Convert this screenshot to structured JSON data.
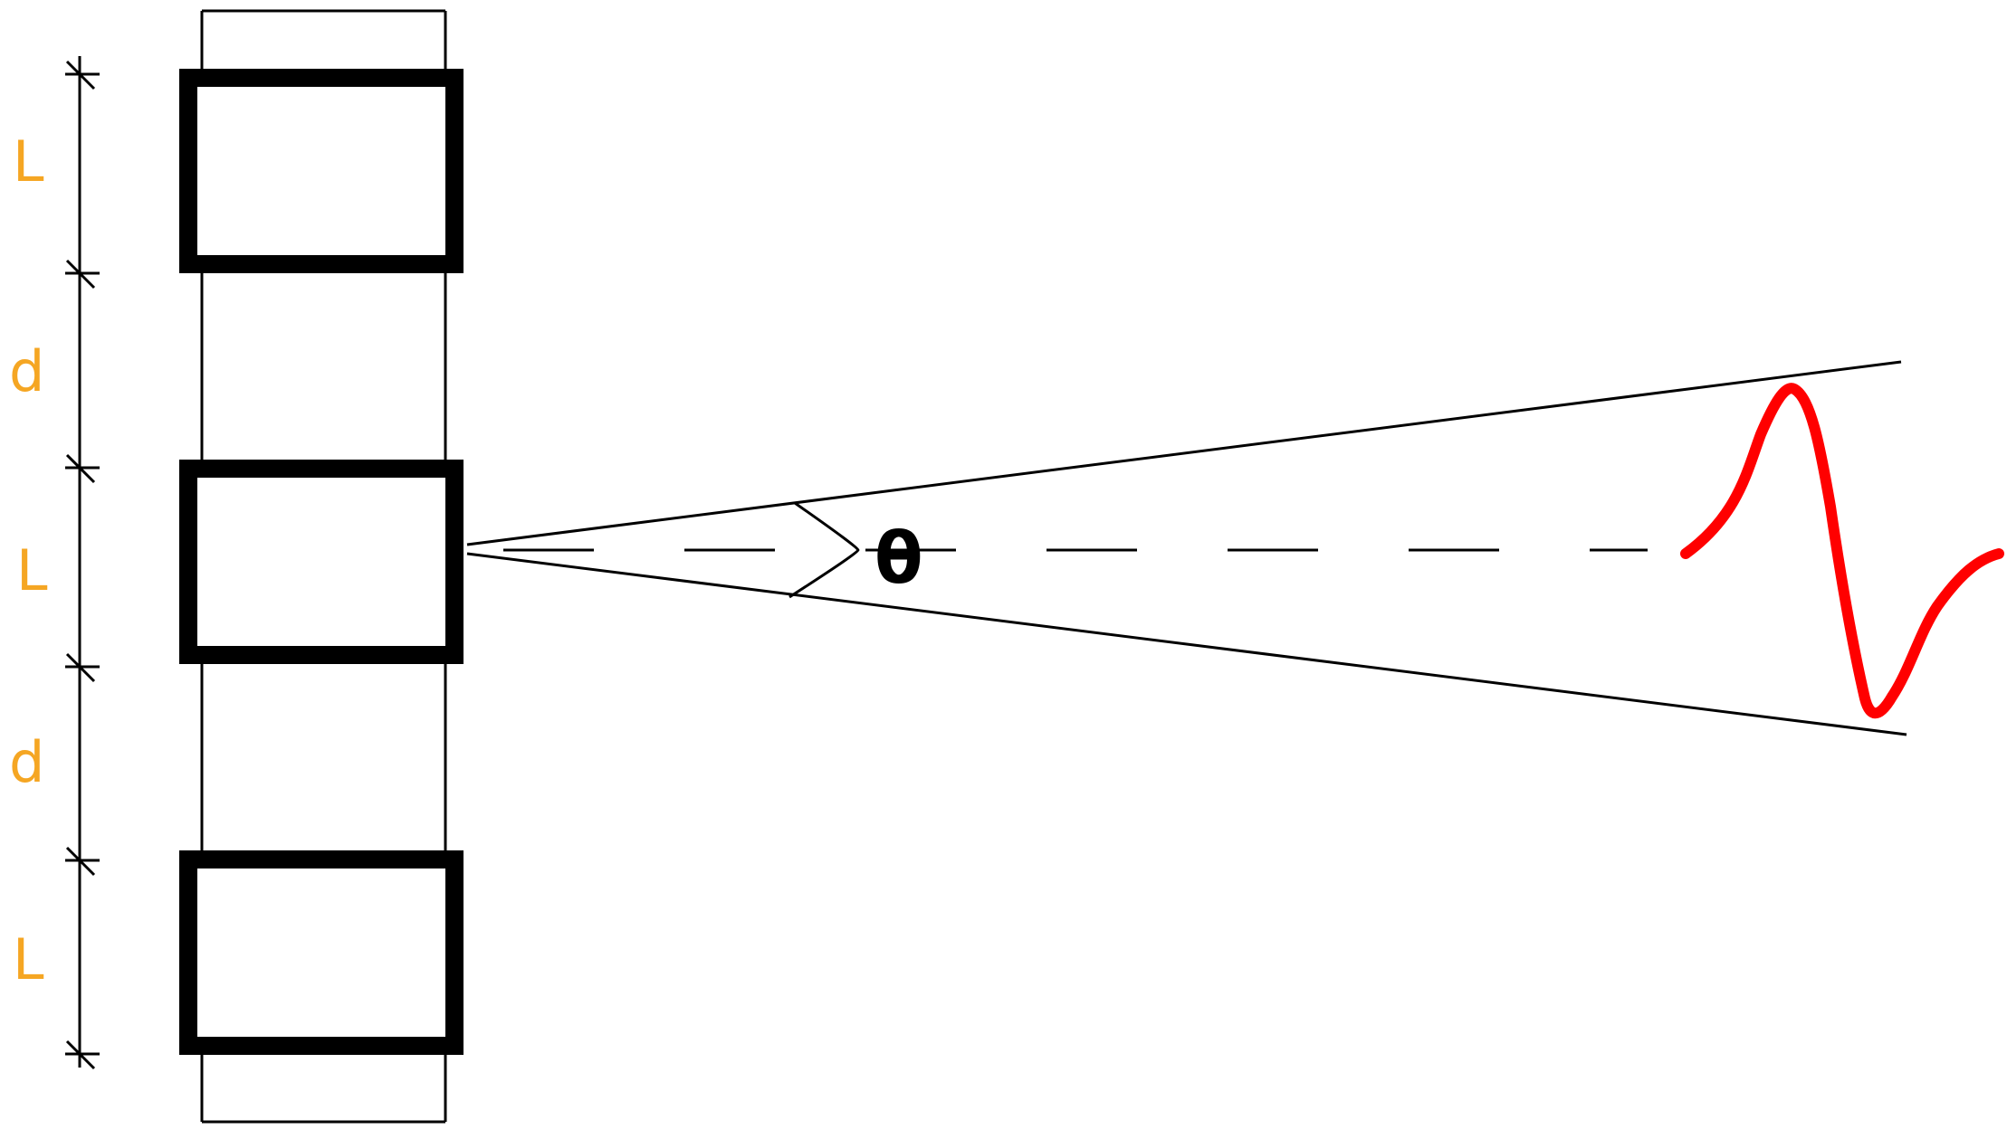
{
  "labels": {
    "segment_1": "L",
    "gap_1": "d",
    "segment_2": "L",
    "gap_2": "d",
    "segment_3": "L",
    "angle": "θ"
  },
  "colors": {
    "ink": "#000000",
    "label": "#f5a623",
    "wave": "#ff0000",
    "background": "#ffffff"
  }
}
